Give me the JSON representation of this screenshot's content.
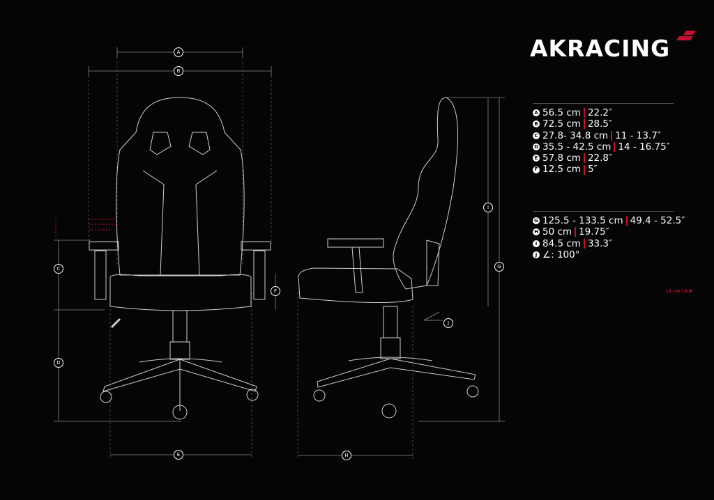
{
  "brand": {
    "name": "AKRACING",
    "accent_color": "#c8102e"
  },
  "specs_group_1": [
    {
      "letter": "A",
      "metric": "56.5 cm",
      "imperial": "22.2″"
    },
    {
      "letter": "B",
      "metric": "72.5 cm",
      "imperial": "28.5″"
    },
    {
      "letter": "C",
      "metric": "27.8- 34.8 cm",
      "imperial": "11 - 13.7″"
    },
    {
      "letter": "D",
      "metric": "35.5 - 42.5 cm",
      "imperial": "14 - 16.75″"
    },
    {
      "letter": "E",
      "metric": "57.8 cm",
      "imperial": "22.8″"
    },
    {
      "letter": "F",
      "metric": "12.5 cm",
      "imperial": "5″"
    }
  ],
  "specs_group_2": [
    {
      "letter": "G",
      "metric": "125.5 - 133.5 cm",
      "imperial": "49.4 - 52.5″"
    },
    {
      "letter": "H",
      "metric": "50 cm",
      "imperial": "19.75″"
    },
    {
      "letter": "I",
      "metric": "84.5 cm",
      "imperial": "33.3″"
    },
    {
      "letter": "J",
      "metric": "∠: 100°",
      "imperial": ""
    }
  ],
  "tolerance": "±1 cm | 0.4″",
  "dimension_labels": {
    "A": "A",
    "B": "B",
    "C": "C",
    "D": "D",
    "E": "E",
    "F": "F",
    "G": "G",
    "H": "H",
    "I": "I",
    "J": "J"
  }
}
